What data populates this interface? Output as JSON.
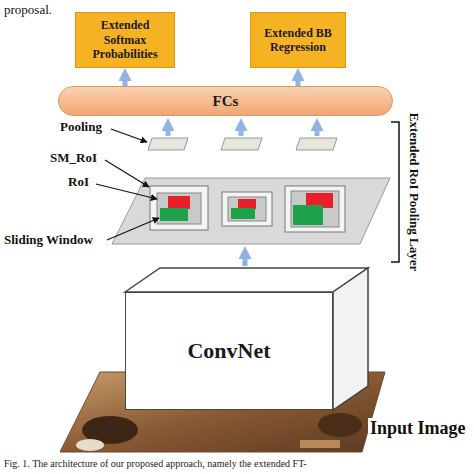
{
  "diagram": {
    "caption": "Fig. 1. The architecture of our proposed approach, namely the extended FT-",
    "nodes": [
      {
        "text": [
          "Extended Softmax Probabilities"
        ]
      },
      {
        "text": [
          "Extended BB Regression"
        ]
      },
      {
        "text": [
          "FCs"
        ]
      },
      {
        "text": [
          "ConvNet"
        ]
      }
    ],
    "edges": [
      {
        "from": 2,
        "to": 0,
        "arrow": "to"
      },
      {
        "from": 2,
        "to": 1,
        "arrow": "to"
      }
    ],
    "labels": [
      "proposal.",
      "Pooling",
      "SM_RoI",
      "RoI",
      "Sliding Window",
      "Extended RoI Pooling Layer",
      "Input Image"
    ]
  }
}
